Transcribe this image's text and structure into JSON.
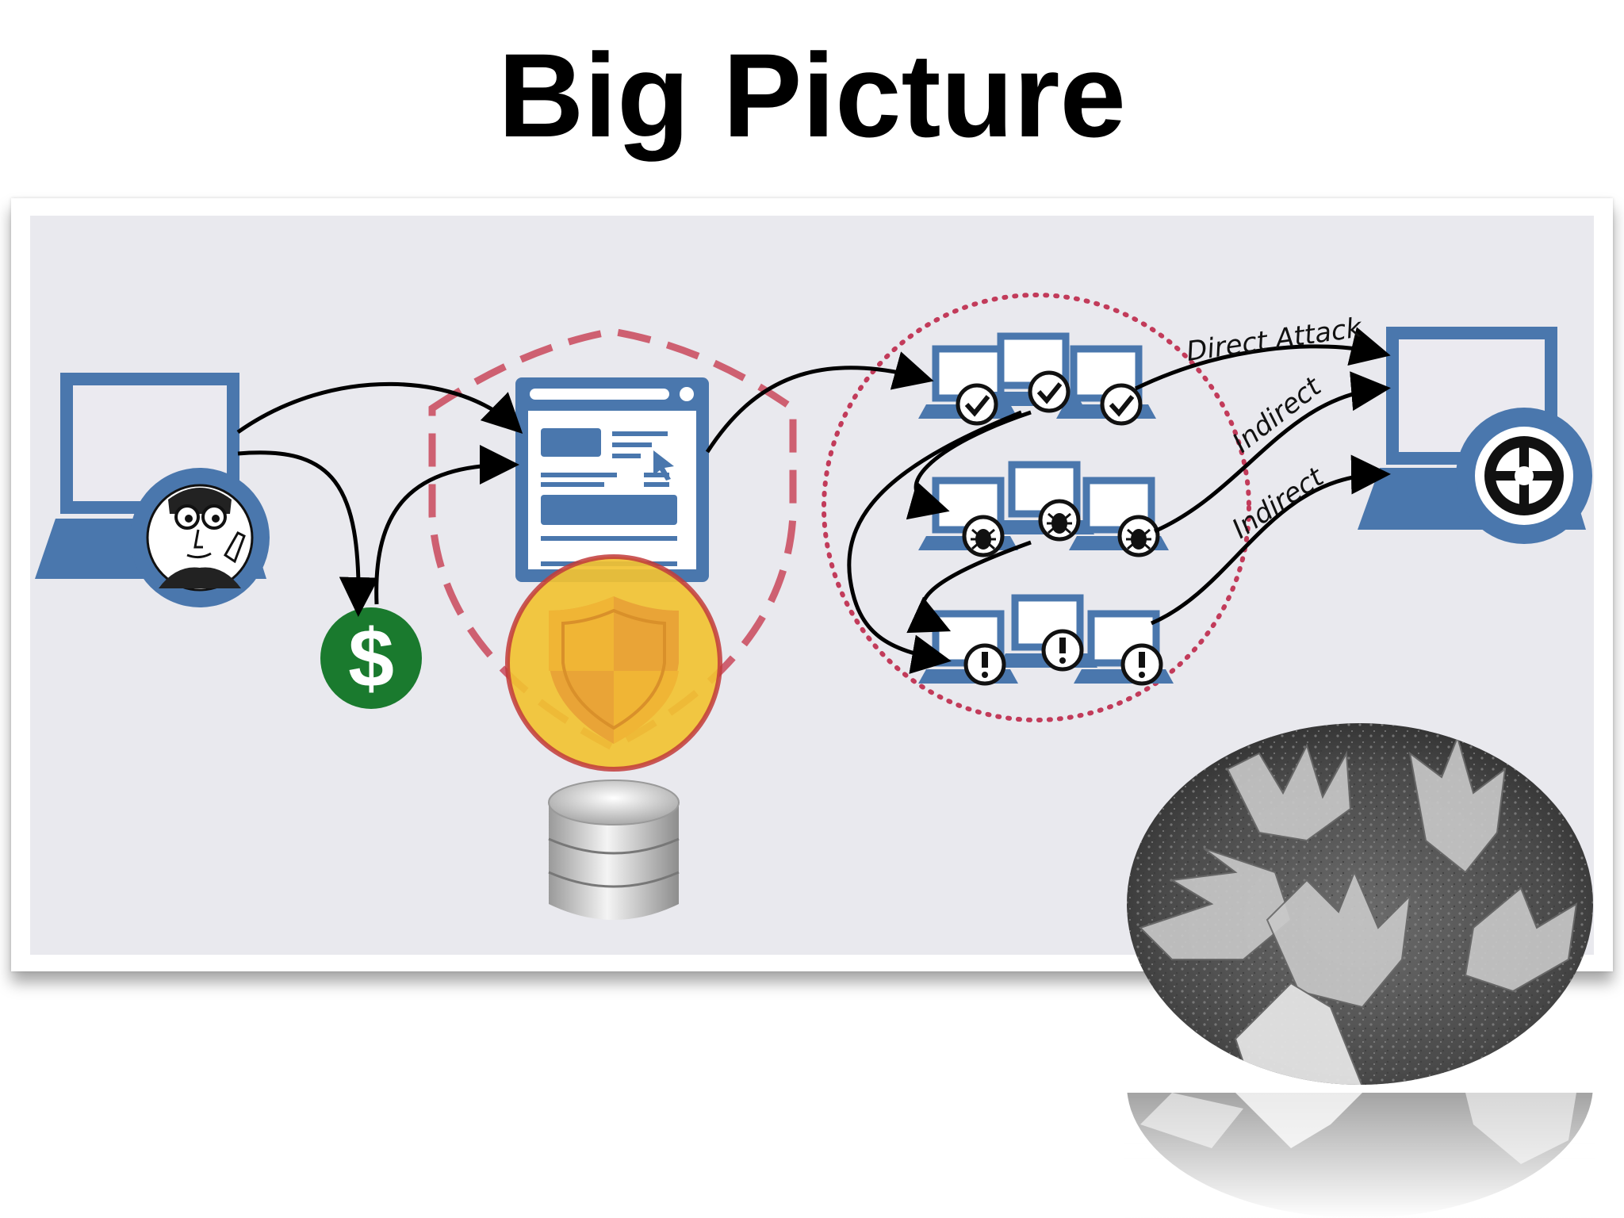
{
  "title": "Big Picture",
  "labels": {
    "direct_attack": "Direct Attack",
    "indirect_1": "Indirect",
    "indirect_2": "Indirect"
  },
  "colors": {
    "diagram_bg": "#e9e9ee",
    "laptop_blue": "#4a77ad",
    "shield_dash": "#c9485a",
    "coin_yellow": "#f1c232",
    "coin_red": "#c23b3b",
    "dollar_green": "#1a7a2e",
    "dotted_circle": "#c23b5a",
    "arrow": "#000000"
  },
  "icons": {
    "attacker": "person-with-glasses-icon",
    "payment": "dollar-icon",
    "web_app": "web-page-icon",
    "protection": "shield-icon",
    "database": "database-icon",
    "checked": "check-icon",
    "malware": "bug-icon",
    "warning": "exclamation-icon",
    "target": "crosshair-icon"
  }
}
